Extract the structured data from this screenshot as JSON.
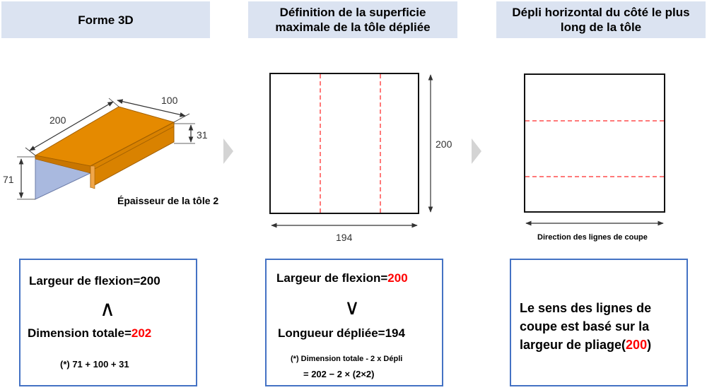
{
  "headers": {
    "col1": "Forme 3D",
    "col2_line1": "Définition de la superficie",
    "col2_line2": "maximale de la tôle dépliée",
    "col3_line1": "Dépli horizontal du côté le plus",
    "col3_line2": "long de la tôle"
  },
  "shape3d": {
    "dim_length": "200",
    "dim_width": "100",
    "dim_flange_right": "31",
    "dim_flange_left": "71",
    "thickness_label": "Épaisseur de la tôle 2"
  },
  "flat_sheet": {
    "dim_height": "200",
    "dim_width": "194"
  },
  "cut_sheet": {
    "direction_label": "Direction des lignes de coupe"
  },
  "box1": {
    "line1": "Largeur de flexion=200",
    "symbol": "∧",
    "line2_prefix": "Dimension totale=",
    "line2_value": "202",
    "formula": "(*) 71 + 100 + 31"
  },
  "box2": {
    "line1_prefix": "Largeur de flexion=",
    "line1_value": "200",
    "symbol": "∨",
    "line2": "Longueur dépliée=194",
    "note": "(*) Dimension totale - 2 x Dépli",
    "formula": "= 202 − 2 × (2×2)"
  },
  "box3": {
    "line1": "Le sens des lignes de",
    "line2": "coupe est basé sur la",
    "line3_prefix": "largeur de pliage(",
    "line3_value": "200",
    "line3_suffix": ")"
  },
  "colors": {
    "header_bg": "#dbe3f1",
    "box_border": "#4472c4",
    "highlight": "#ff0000",
    "sheet_orange": "#e58a00",
    "sheet_blue": "#a9b9df",
    "dashed_line": "#ff4d4d"
  }
}
